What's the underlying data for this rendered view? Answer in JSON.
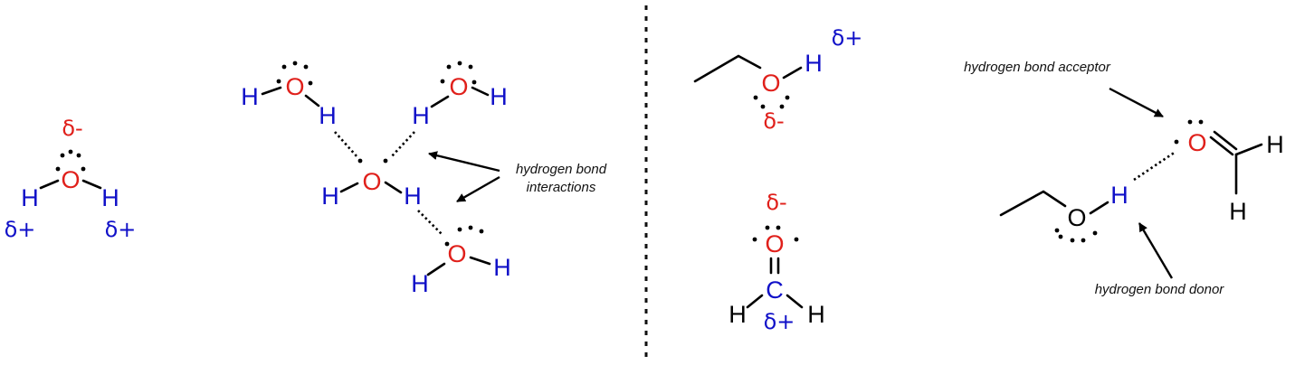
{
  "labels": {
    "oxygen": "O",
    "hydrogen": "H",
    "carbon": "C",
    "delta_minus": "δ-",
    "delta_plus": "δ+"
  },
  "annotations": {
    "hydrogen_bond_interactions_line1": "hydrogen bond",
    "hydrogen_bond_interactions_line2": "interactions",
    "hydrogen_bond_acceptor": "hydrogen bond acceptor",
    "hydrogen_bond_donor": "hydrogen bond donor"
  },
  "colors": {
    "oxygen": "#e0201b",
    "hydrogen": "#1010c8",
    "carbon": "#1010c8",
    "neutral": "#000000",
    "delta_minus": "#e0201b",
    "delta_plus": "#1010c8"
  }
}
